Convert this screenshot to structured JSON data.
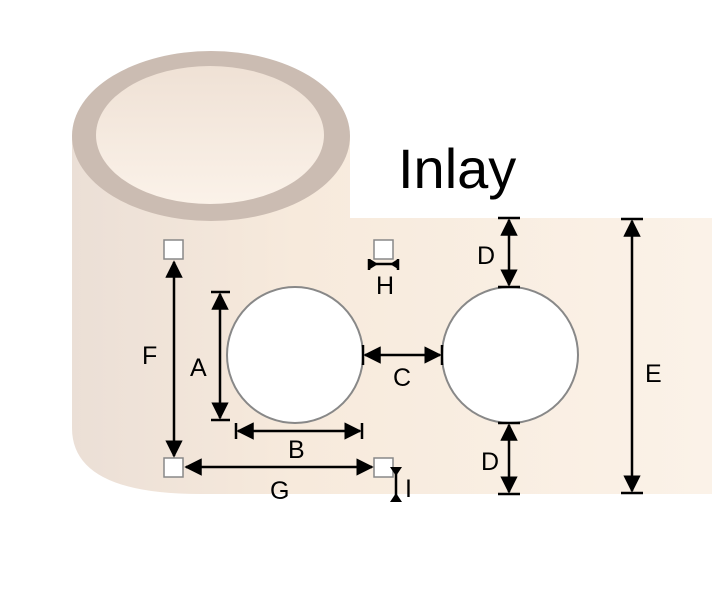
{
  "title": "Inlay",
  "labels": {
    "A": "A",
    "B": "B",
    "C": "C",
    "D_top": "D",
    "D_bottom": "D",
    "E": "E",
    "F": "F",
    "G": "G",
    "H": "H",
    "I": "I"
  },
  "colors": {
    "sheet_left": "#ede0d6",
    "sheet_right": "#faf0e4",
    "rim": "#cbbcb2",
    "hole_stroke": "#808080",
    "line": "#000000"
  }
}
